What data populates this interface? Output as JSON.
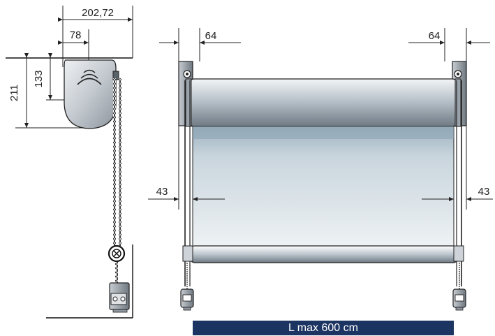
{
  "dimensions": {
    "side_width": "202,72",
    "side_offset": "78",
    "side_height_total": "211",
    "side_height_axis": "133",
    "bracket_left": "64",
    "bracket_right": "64",
    "guide_left": "43",
    "guide_right": "43"
  },
  "banner": {
    "label": "L max 600 cm",
    "color": "#1c3462"
  },
  "icons": [
    "cassette-side-profile",
    "chain-drive-icon",
    "wall-bracket-icon",
    "chain-tensioner-icon"
  ]
}
